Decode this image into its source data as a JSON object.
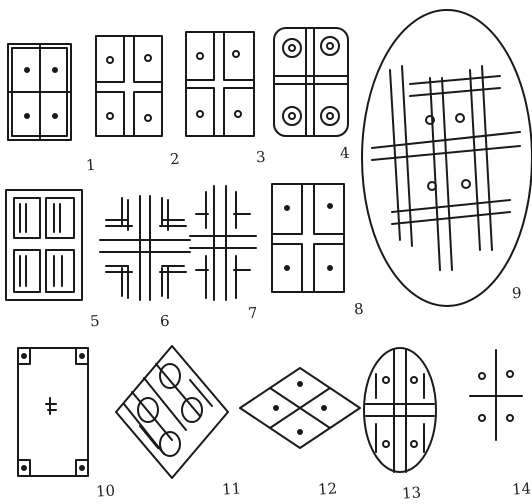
{
  "figure": {
    "ink_color": "#1a1a1a",
    "background_color": "#ffffff",
    "ornaments": [
      {
        "id": "1",
        "label": "1"
      },
      {
        "id": "2",
        "label": "2"
      },
      {
        "id": "3",
        "label": "3"
      },
      {
        "id": "4",
        "label": "4"
      },
      {
        "id": "5",
        "label": "5"
      },
      {
        "id": "6",
        "label": "6"
      },
      {
        "id": "7",
        "label": "7"
      },
      {
        "id": "8",
        "label": "8"
      },
      {
        "id": "9",
        "label": "9"
      },
      {
        "id": "10",
        "label": "10"
      },
      {
        "id": "11",
        "label": "11"
      },
      {
        "id": "12",
        "label": "12"
      },
      {
        "id": "13",
        "label": "13"
      },
      {
        "id": "14",
        "label": "14"
      }
    ]
  }
}
